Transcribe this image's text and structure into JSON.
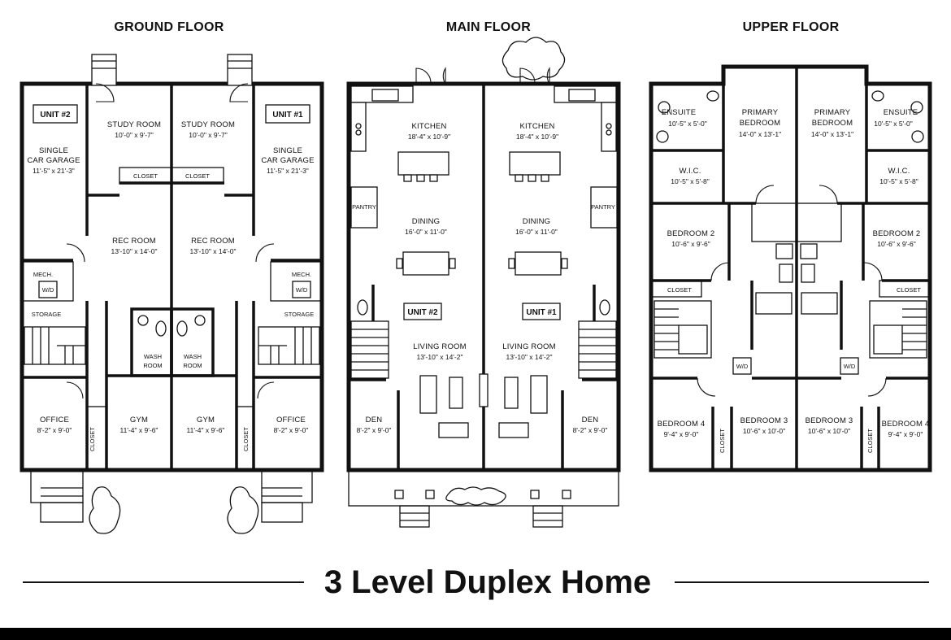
{
  "floors": {
    "ground": "GROUND FLOOR",
    "main": "MAIN FLOOR",
    "upper": "UPPER FLOOR"
  },
  "title": "3 Level Duplex Home",
  "units": {
    "unit2": "UNIT #2",
    "unit1": "UNIT #1"
  },
  "ground": {
    "garage_l1": "SINGLE",
    "garage_l2": "CAR GARAGE",
    "garage_dim": "11'-5\" x 21'-3\"",
    "study": "STUDY ROOM",
    "study_dim": "10'-0\" x 9'-7\"",
    "closet": "CLOSET",
    "rec": "REC ROOM",
    "rec_dim": "13'-10\" x 14'-0\"",
    "mech": "MECH.",
    "wd": "W/D",
    "storage": "STORAGE",
    "wash_l1": "WASH",
    "wash_l2": "ROOM",
    "office": "OFFICE",
    "office_dim": "8'-2\" x 9'-0\"",
    "gym": "GYM",
    "gym_dim": "11'-4\" x 9'-6\""
  },
  "main": {
    "kitchen": "KITCHEN",
    "kitchen_dim": "18'-4\" x 10'-9\"",
    "pantry": "PANTRY",
    "dining": "DINING",
    "dining_dim": "16'-0\" x 11'-0\"",
    "living": "LIVING ROOM",
    "living_dim": "13'-10\" x 14'-2\"",
    "den": "DEN",
    "den_dim": "8'-2\" x 9'-0\""
  },
  "upper": {
    "ensuite": "ENSUITE",
    "ensuite_dim": "10'-5\" x 5'-0\"",
    "wic": "W.I.C.",
    "wic_dim": "10'-5\" x 5'-8\"",
    "primary_l1": "PRIMARY",
    "primary_l2": "BEDROOM",
    "primary_dim": "14'-0\" x 13'-1\"",
    "bed2": "BEDROOM 2",
    "bed2_dim": "10'-6\" x 9'-6\"",
    "closet": "CLOSET",
    "wd": "W/D",
    "bed3": "BEDROOM 3",
    "bed3_dim": "10'-6\" x 10'-0\"",
    "bed4": "BEDROOM 4",
    "bed4_dim": "9'-4\" x 9'-0\""
  }
}
